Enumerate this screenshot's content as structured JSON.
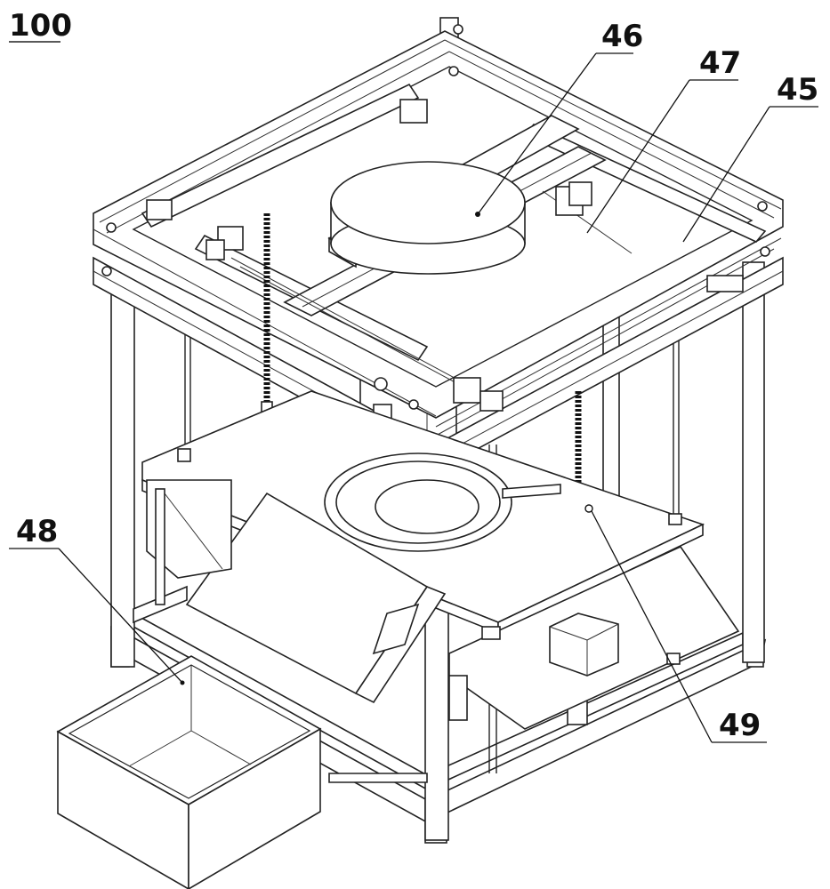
{
  "figure": {
    "main_label": "100",
    "callouts": [
      {
        "id": "46",
        "text": "46"
      },
      {
        "id": "47",
        "text": "47"
      },
      {
        "id": "45",
        "text": "45"
      },
      {
        "id": "48",
        "text": "48"
      },
      {
        "id": "49",
        "text": "49"
      }
    ]
  }
}
